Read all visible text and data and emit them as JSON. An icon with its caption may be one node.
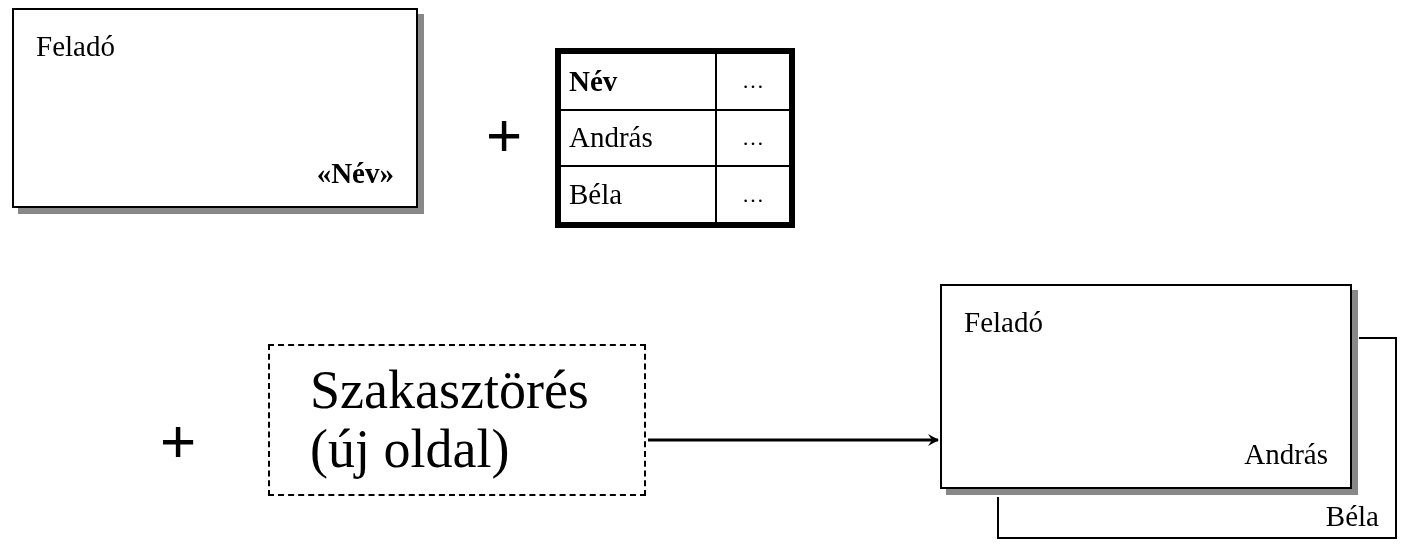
{
  "diagram": {
    "nodes": [
      {
        "text": [
          "Feladó",
          "«Név»"
        ]
      },
      {
        "text": [
          "Név",
          "…",
          "András",
          "…",
          "Béla",
          "…"
        ]
      },
      {
        "text": [
          "Szakasztörés (új oldal)"
        ]
      },
      {
        "text": [
          "Béla"
        ]
      },
      {
        "text": [
          "Feladó",
          "András"
        ]
      }
    ],
    "edges": [
      {
        "from": 2,
        "to": 4,
        "arrow": "to"
      }
    ],
    "labels": [
      "+",
      "+"
    ]
  }
}
